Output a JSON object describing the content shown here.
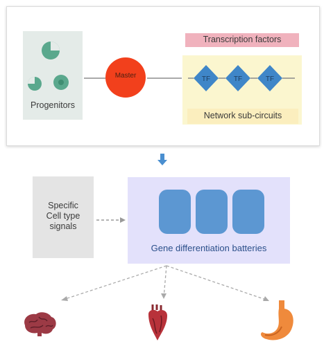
{
  "top_panel": {
    "progenitor_label": "Progenitors",
    "master_label": "Master",
    "transcription_label": "Transcription factors",
    "subcircuits_label": "Network sub-circuits",
    "tf_nodes": [
      "TF",
      "TF",
      "TF"
    ]
  },
  "bottom": {
    "signals_label": [
      "Specific",
      "Cell type",
      "signals"
    ],
    "batteries_label": "Gene differentiation batteries"
  },
  "organs": [
    "brain-icon",
    "heart-icon",
    "stomach-icon"
  ],
  "colors": {
    "master": "#f2401c",
    "cell_green": "#5aa88d",
    "tf_node": "#3f86c8",
    "battery": "#5c97d2",
    "transcription_bar": "#f0b2bd",
    "subcircuit_bar": "#fbeebe"
  }
}
